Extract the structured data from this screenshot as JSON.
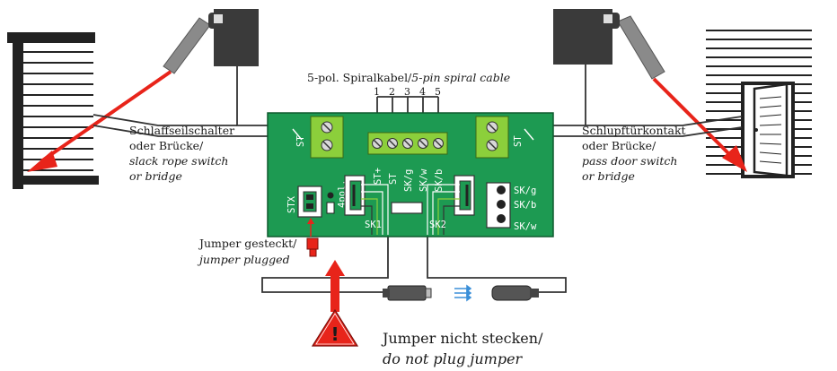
{
  "top_cable": {
    "label_de": "5-pol. Spiralkabel/",
    "label_en": "5-pin spiral cable",
    "pins": [
      "1",
      "2",
      "3",
      "4",
      "5"
    ]
  },
  "left_label": {
    "line1": "Schlaffseilschalter",
    "line2": "oder Brücke/",
    "line3": "slack rope switch",
    "line4": "or bridge"
  },
  "right_label": {
    "line1": "Schlupftürkontakt",
    "line2": "oder Brücke/",
    "line3": "pass door switch",
    "line4": "or bridge"
  },
  "jumper_plugged": {
    "line1": "Jumper gesteckt/",
    "line2": "jumper plugged"
  },
  "jumper_warning": {
    "line1": "Jumper nicht stecken/",
    "line2": "do not plug jumper",
    "symbol": "!"
  },
  "board": {
    "left_terminal": "ST",
    "right_terminal": "ST",
    "center_terminals": [
      "ST+",
      "ST",
      "SK/g",
      "SK/w",
      "SK/b"
    ],
    "stx": "STX",
    "fourpol": "4pol.",
    "sk1": "SK1",
    "sk2": "SK2",
    "right_pins": [
      "SK/g",
      "SK/b",
      "SK/w"
    ]
  },
  "colors": {
    "board": "#1d9a52",
    "terminal": "#8ccf3b",
    "arrow": "#e8241a",
    "dark": "#3a3a3a",
    "signal": "#3a8fd8"
  }
}
